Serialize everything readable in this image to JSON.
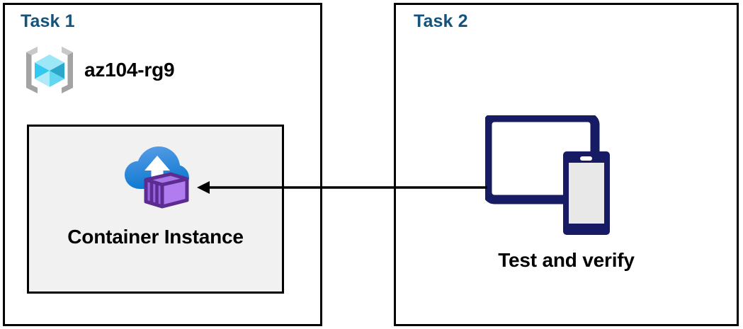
{
  "diagram": {
    "title": "Azure Container Instance task diagram",
    "background_color": "#ffffff",
    "border_color": "#000000",
    "heading_color": "#14537C"
  },
  "panels": [
    {
      "id": "task1",
      "title": "Task 1",
      "resource_group": {
        "icon": "azure-resource-group-icon",
        "label": "az104-rg9"
      },
      "resource_box": {
        "icon": "azure-container-instance-icon",
        "label": "Container Instance",
        "fill_color": "#F1F1F1",
        "border_color": "#000000"
      }
    },
    {
      "id": "task2",
      "title": "Task 2",
      "resource_box": {
        "icon": "devices-tablet-phone-icon",
        "label": "Test and verify",
        "icon_color": "#161B63"
      }
    }
  ],
  "connector": {
    "name": "arrow-task2-to-container-instance",
    "direction": "left",
    "color": "#000000",
    "from": "Test and verify",
    "to": "Container Instance"
  }
}
